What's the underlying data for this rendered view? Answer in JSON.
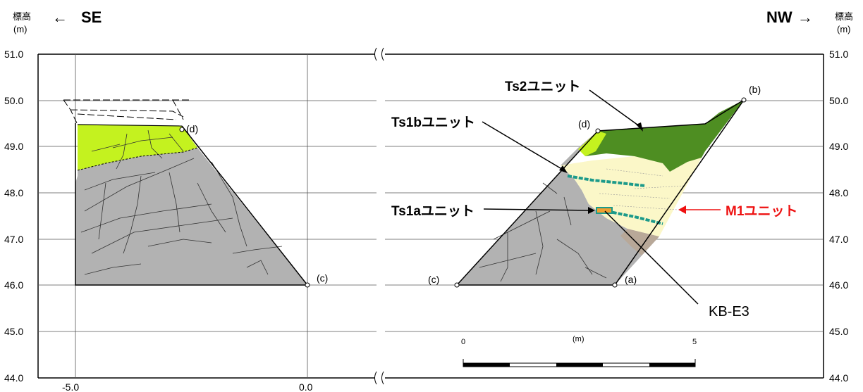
{
  "elevation_label": "標高",
  "elevation_unit": "(m)",
  "left_direction": "SE",
  "right_direction": "NW",
  "arrow_left": "←",
  "arrow_right": "→",
  "y_ticks": [
    "51.0",
    "50.0",
    "49.0",
    "48.0",
    "47.0",
    "46.0",
    "45.0",
    "44.0"
  ],
  "x_ticks_left": [
    "-5.0",
    "0.0"
  ],
  "points": {
    "a": "(a)",
    "b": "(b)",
    "c": "(c)",
    "d": "(d)"
  },
  "units": {
    "ts2": "Ts2ユニット",
    "ts1b": "Ts1bユニット",
    "ts1a": "Ts1aユニット",
    "m1": "M1ユニット"
  },
  "sample_label": "KB-E3",
  "scale_bar": {
    "start": "0",
    "unit": "(m)",
    "end": "5"
  },
  "colors": {
    "bedrock": "#b2b2b2",
    "yellow_green": "#c4f21f",
    "dark_green": "#4e8e22",
    "cream": "#fbf7c8",
    "teal": "#1c9a8a",
    "sand": "#b8a898",
    "highlight_red": "#ee1111",
    "sample_orange": "#f0a030"
  }
}
